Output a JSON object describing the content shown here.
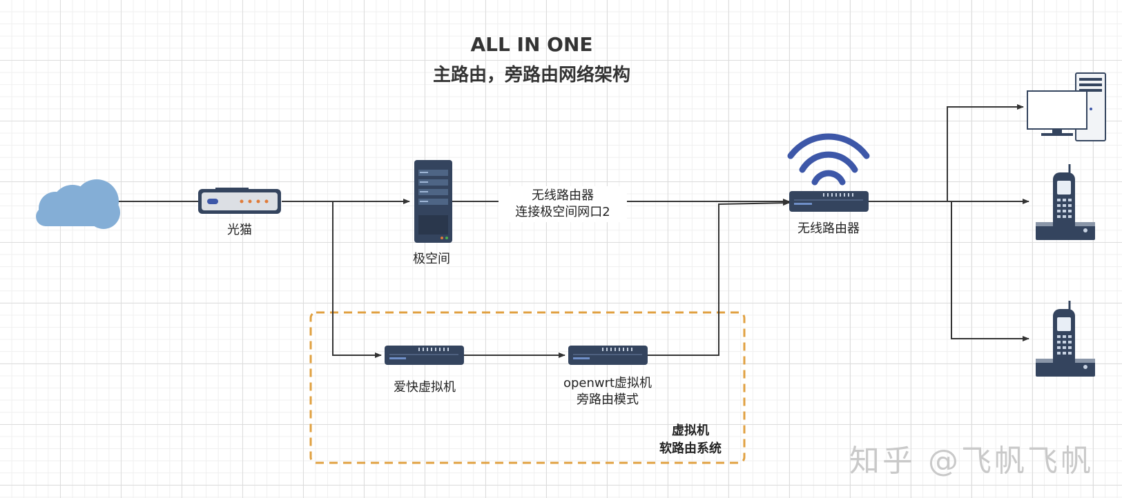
{
  "title": {
    "line1": "ALL IN ONE",
    "line2": "主路由，旁路由网络架构"
  },
  "nodes": {
    "modem": "光猫",
    "nas": "极空间",
    "wireless_router": "无线路由器",
    "ikuai_vm": "爱快虚拟机",
    "openwrt_vm_line1": "openwrt虚拟机",
    "openwrt_vm_line2": "旁路由模式"
  },
  "edge_label": {
    "line1": "无线路由器",
    "line2": "连接极空间网口2"
  },
  "group": {
    "line1": "虚拟机",
    "line2": "软路由系统"
  },
  "watermark": "知乎 @飞帆飞帆",
  "colors": {
    "cloud": "#84aed6",
    "device_dark": "#34445e",
    "wifi": "#3d57a8",
    "dashed_border": "#e0a040",
    "line": "#333333"
  }
}
